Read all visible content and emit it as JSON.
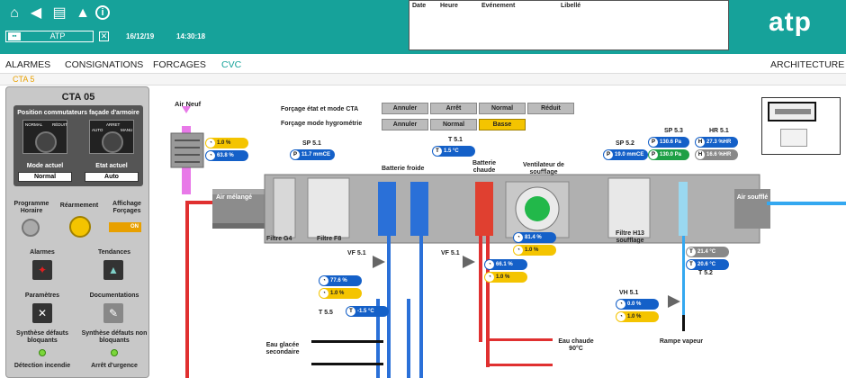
{
  "header": {
    "user": "ATP",
    "date": "16/12/19",
    "time": "14:30:18",
    "events_cols": [
      "Date",
      "Heure",
      "Evénement",
      "Libellé"
    ],
    "logo": "atp"
  },
  "menu": [
    "ALARMES",
    "CONSIGNATIONS",
    "FORCAGES",
    "CVC",
    "ARCHITECTURE"
  ],
  "crumb": "CTA 5",
  "panel": {
    "title": "CTA 05",
    "sub_title": "Position commutateurs façade d'armoire",
    "sel1": [
      "NORMAL",
      "RÉDUIT"
    ],
    "sel2": [
      "ARRET",
      "AUTO",
      "MANU"
    ],
    "mode_label": "Mode actuel",
    "mode_value": "Normal",
    "etat_label": "Etat actuel",
    "etat_value": "Auto",
    "prog": "Programme Horaire",
    "rearm": "Réarmement",
    "affich": "Affichage Forçages",
    "toggle": "ON",
    "alarmes": "Alarmes",
    "tendances": "Tendances",
    "params": "Paramètres",
    "docs": "Documentations",
    "syn1": "Synthèse défauts bloquants",
    "syn2": "Synthèse défauts non bloquants",
    "det": "Détection incendie",
    "arret": "Arrêt d'urgence"
  },
  "force": {
    "l1": "Forçage état et mode CTA",
    "l2": "Forçage mode hygrométrie",
    "b1": [
      "Annuler",
      "Arrêt",
      "Normal",
      "Réduit"
    ],
    "b2": [
      "Annuler",
      "Normal",
      "Basse"
    ]
  },
  "labels": {
    "air_neuf": "Air Neuf",
    "air_melange": "Air mélangé",
    "air_souffle": "Air soufflé",
    "filtre_g4": "Filtre G4",
    "filtre_f8": "Filtre F8",
    "batt_froide": "Batterie froide",
    "batt_chaude": "Batterie chaude",
    "ventil": "Ventilateur de soufflage",
    "filtre_h13": "Filtre H13 soufflage",
    "sp51": "SP 5.1",
    "t51": "T 5.1",
    "sp52": "SP 5.2",
    "sp53": "SP 5.3",
    "hr51": "HR 5.1",
    "t52": "T 5.2",
    "vf51a": "VF 5.1",
    "vf51b": "VF 5.1",
    "t55": "T 5.5",
    "vh51": "VH 5.1",
    "eau_glacee": "Eau glacée secondaire",
    "eau_chaude": "Eau chaude 90°C",
    "rampe": "Rampe vapeur"
  },
  "values": {
    "an1": "1.0 %",
    "an2": "63.8 %",
    "sp51": "11.7 mmCE",
    "t51": "1.5 °C",
    "sp52": "19.0 mmCE",
    "sp53a": "130.6 Pa",
    "sp53b": "130.0 Pa",
    "hr51a": "27.3 %HR",
    "hr51b": "16.6 %HR",
    "vent1": "81.4 %",
    "vent2": "1.0 %",
    "vfc1": "66.1 %",
    "vfc2": "1.0 %",
    "vff1": "77.6 %",
    "vff2": "1.0 %",
    "t55": "-1.5 °C",
    "vh1": "0.0 %",
    "vh2": "1.0 %",
    "t52a": "21.4 °C",
    "t52b": "20.6 °C"
  }
}
